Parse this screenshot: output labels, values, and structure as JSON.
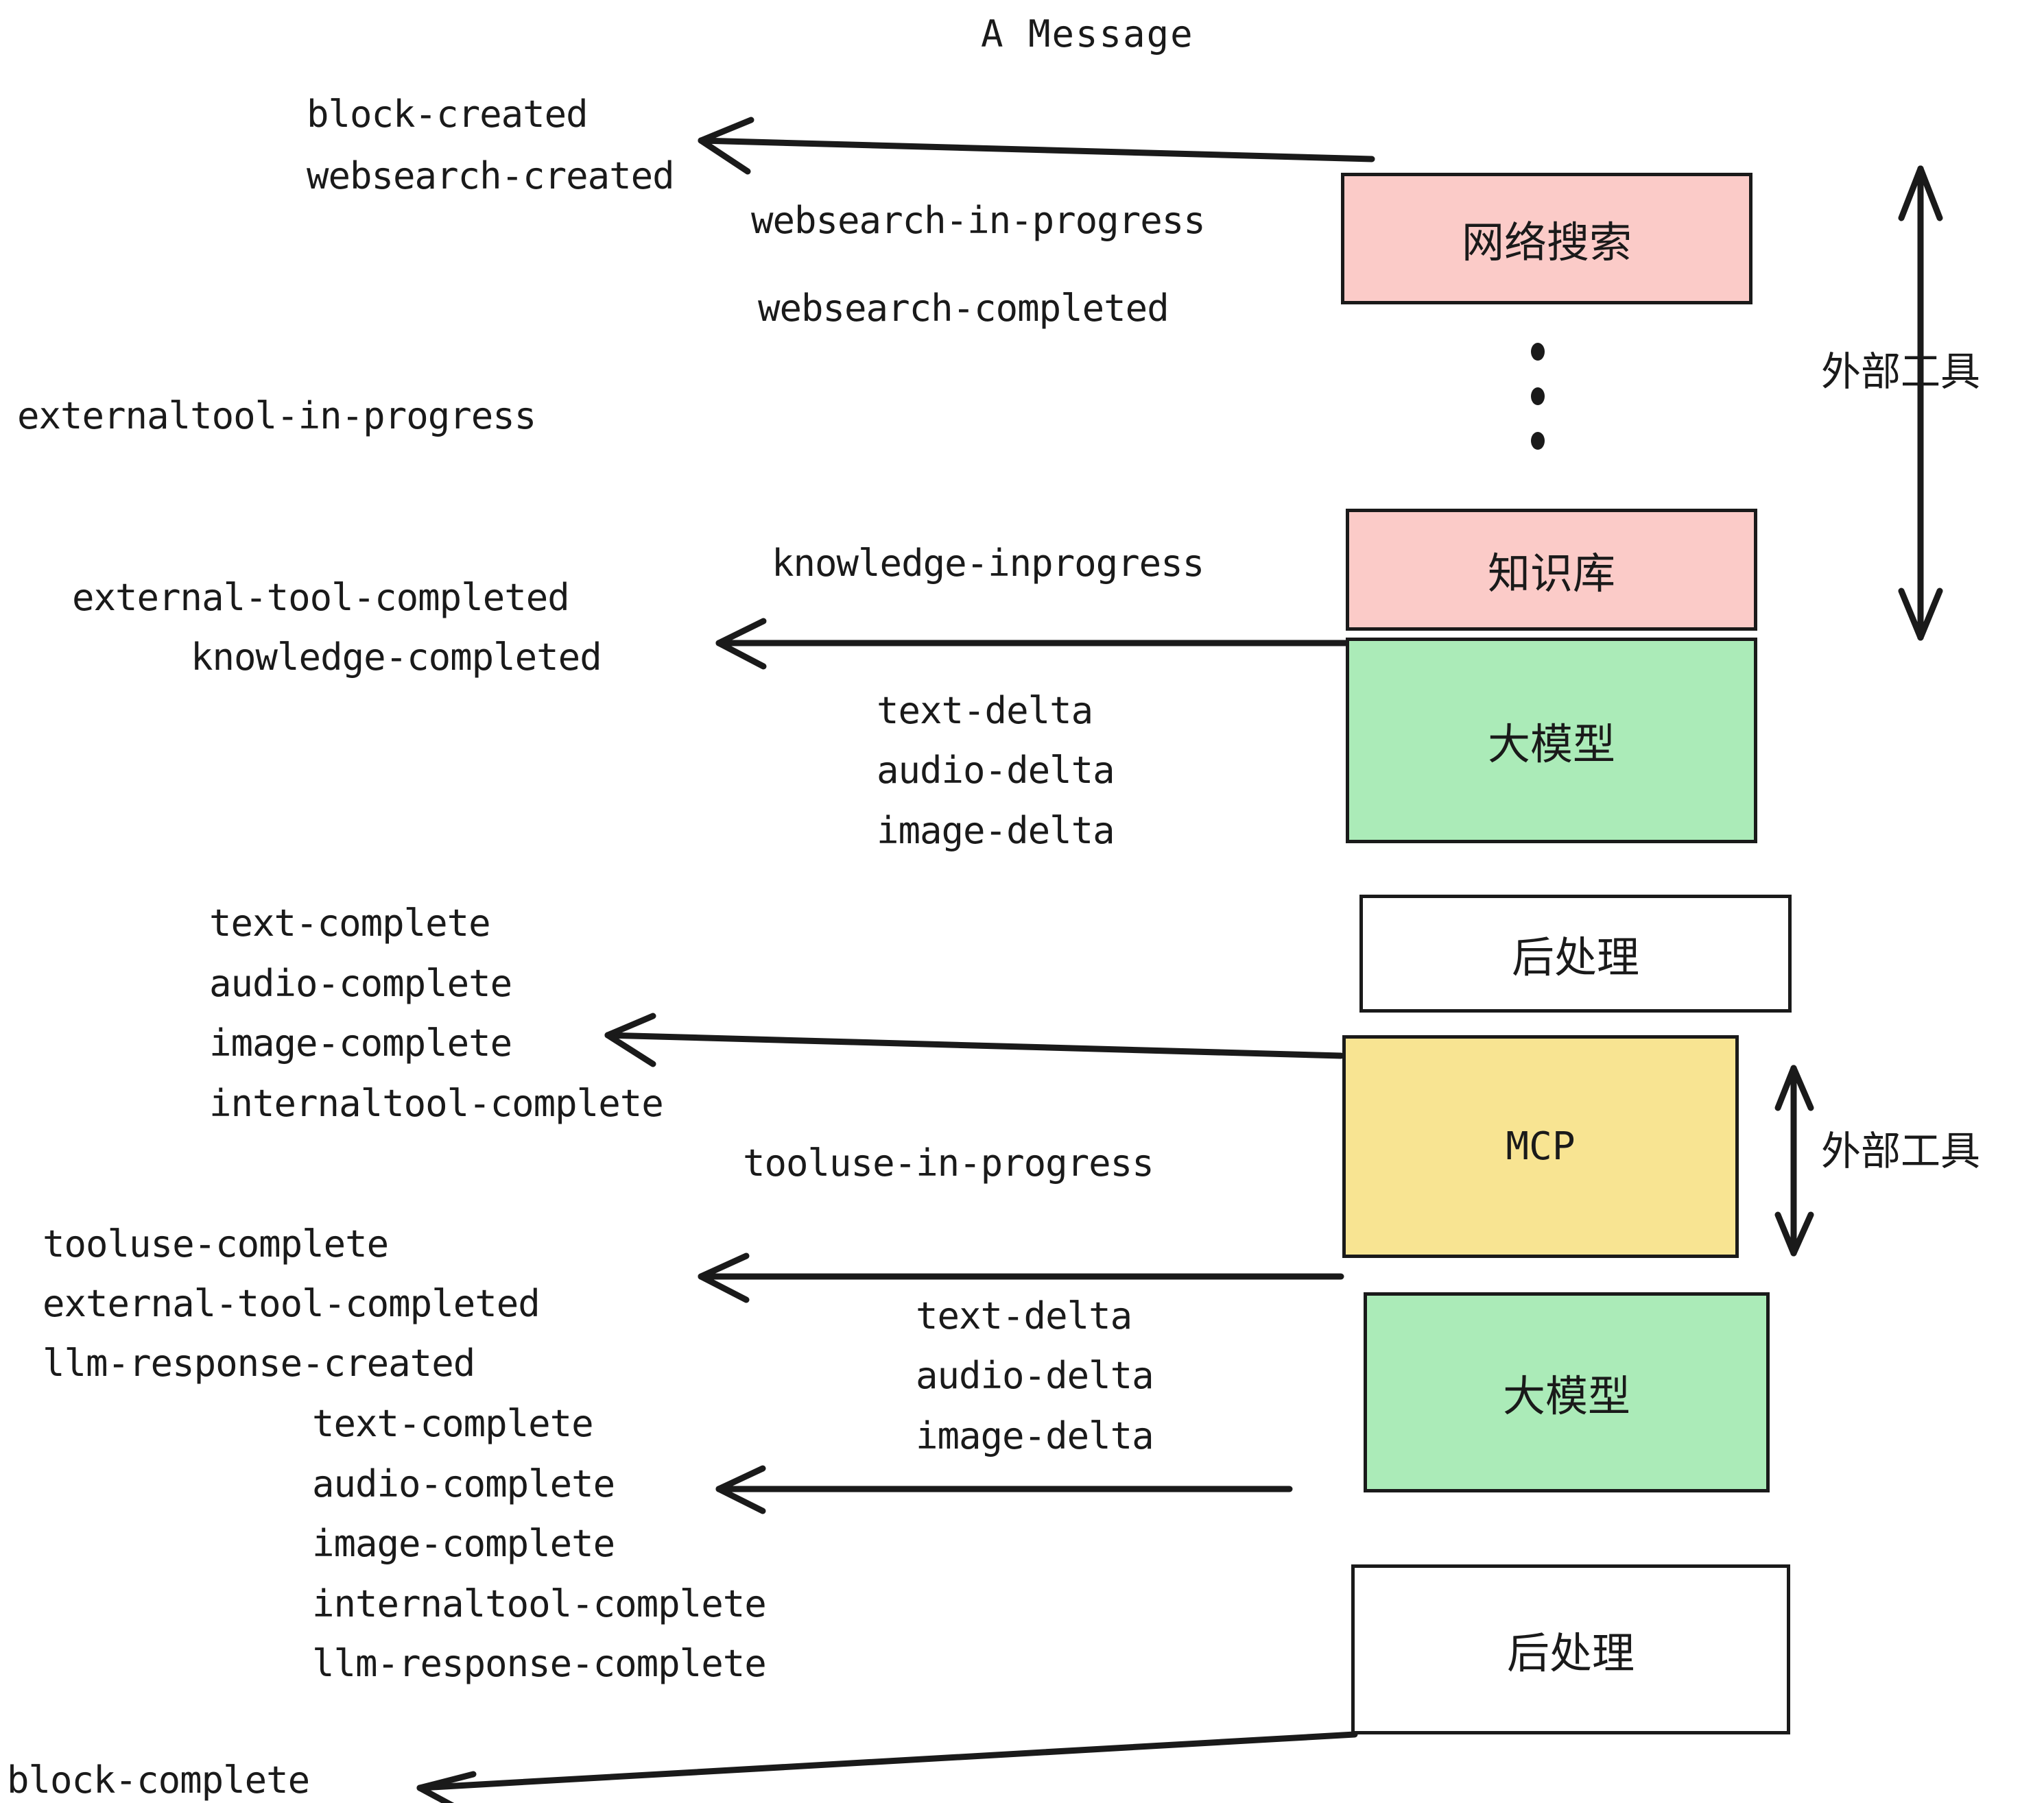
{
  "title": "A Message",
  "colors": {
    "pink": "#FBCBC8",
    "green": "#ABEBB8",
    "yellow": "#F8E492",
    "white": "#FFFFFF",
    "stroke": "#1A1A1A"
  },
  "boxes": [
    {
      "key": "websearch",
      "label": "网络搜索",
      "fill": "#FBCBC8"
    },
    {
      "key": "knowledge",
      "label": "知识库",
      "fill": "#FBCBC8"
    },
    {
      "key": "llm_top",
      "label": "大模型",
      "fill": "#ABEBB8"
    },
    {
      "key": "post_top",
      "label": "后处理",
      "fill": "#FFFFFF"
    },
    {
      "key": "mcp",
      "label": "MCP",
      "fill": "#F8E492"
    },
    {
      "key": "llm_bottom",
      "label": "大模型",
      "fill": "#ABEBB8"
    },
    {
      "key": "post_bottom",
      "label": "后处理",
      "fill": "#FFFFFF"
    }
  ],
  "side_labels": [
    {
      "key": "external_tool_top",
      "label": "外部工具"
    },
    {
      "key": "external_tool_bottom",
      "label": "外部工具"
    }
  ],
  "events": [
    {
      "key": "block-created",
      "text": "block-created"
    },
    {
      "key": "websearch-created",
      "text": "websearch-created"
    },
    {
      "key": "websearch-in-progress",
      "text": "websearch-in-progress"
    },
    {
      "key": "websearch-completed",
      "text": "websearch-completed"
    },
    {
      "key": "externaltool-in-progress",
      "text": "externaltool-in-progress"
    },
    {
      "key": "knowledge-inprogress",
      "text": "knowledge-inprogress"
    },
    {
      "key": "external-tool-completed-1",
      "text": "external-tool-completed"
    },
    {
      "key": "knowledge-completed",
      "text": "knowledge-completed"
    },
    {
      "key": "text-delta-1",
      "text": "text-delta"
    },
    {
      "key": "audio-delta-1",
      "text": "audio-delta"
    },
    {
      "key": "image-delta-1",
      "text": "image-delta"
    },
    {
      "key": "text-complete-1",
      "text": "text-complete"
    },
    {
      "key": "audio-complete-1",
      "text": "audio-complete"
    },
    {
      "key": "image-complete-1",
      "text": "image-complete"
    },
    {
      "key": "internaltool-complete-1",
      "text": "internaltool-complete"
    },
    {
      "key": "tooluse-in-progress",
      "text": "tooluse-in-progress"
    },
    {
      "key": "tooluse-complete",
      "text": "tooluse-complete"
    },
    {
      "key": "external-tool-completed-2",
      "text": "external-tool-completed"
    },
    {
      "key": "llm-response-created",
      "text": "llm-response-created"
    },
    {
      "key": "text-delta-2",
      "text": "text-delta"
    },
    {
      "key": "audio-delta-2",
      "text": "audio-delta"
    },
    {
      "key": "image-delta-2",
      "text": "image-delta"
    },
    {
      "key": "text-complete-2",
      "text": "text-complete"
    },
    {
      "key": "audio-complete-2",
      "text": "audio-complete"
    },
    {
      "key": "image-complete-2",
      "text": "image-complete"
    },
    {
      "key": "internaltool-complete-2",
      "text": "internaltool-complete"
    },
    {
      "key": "llm-response-complete",
      "text": "llm-response-complete"
    },
    {
      "key": "block-complete",
      "text": "block-complete"
    }
  ]
}
